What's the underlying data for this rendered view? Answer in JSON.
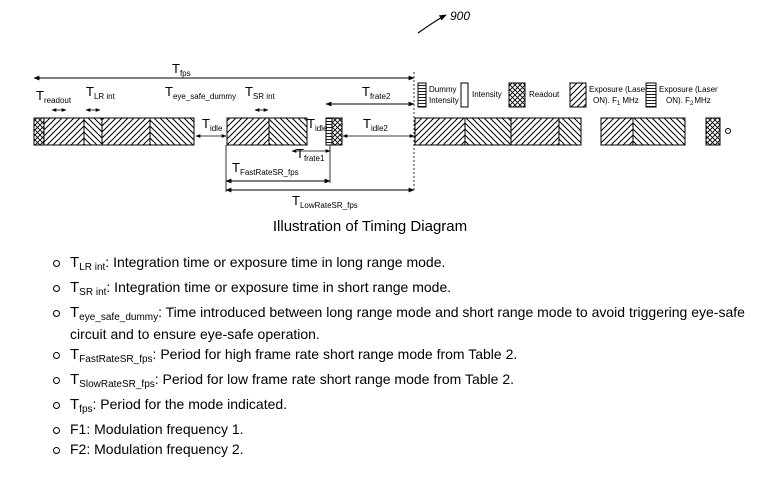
{
  "figure": {
    "ref_number": "900",
    "caption": "Illustration of Timing Diagram",
    "labels": {
      "fps": {
        "main": "T",
        "sub": "fps"
      },
      "readout": {
        "main": "T",
        "sub": "readout"
      },
      "lr_int": {
        "main": "T",
        "sub": "LR int"
      },
      "eye_safe_dummy": {
        "main": "T",
        "sub": "eye_safe_dummy"
      },
      "sr_int": {
        "main": "T",
        "sub": "SR int"
      },
      "idle_a": {
        "main": "T",
        "sub": "idle"
      },
      "idle_b": {
        "main": "T",
        "sub": "idle"
      },
      "idle2": {
        "main": "T",
        "sub": "idle2"
      },
      "frate2": {
        "main": "T",
        "sub": "frate2"
      },
      "frate1": {
        "main": "T",
        "sub": "frate1"
      },
      "fastrate": {
        "main": "T",
        "sub": "FastRateSR_fps"
      },
      "lowrate": {
        "main": "T",
        "sub": "LowRateSR_fps"
      }
    },
    "legend": {
      "dummy_line1": "Dummy",
      "dummy_line2": "Intensity",
      "intensity": "Intensity",
      "readout": "Readout",
      "f1_line1": "Exposure (Laser",
      "f1_line2": "ON). F",
      "f1_sub": "1",
      "f1_unit": "MHz",
      "f2_line1": "Exposure (Laser",
      "f2_line2": "ON). F",
      "f2_sub": "2",
      "f2_unit": "MHz"
    }
  },
  "definitions": [
    {
      "main": "T",
      "sub": "LR int",
      "text": ": Integration time or exposure time in long range mode."
    },
    {
      "main": "T",
      "sub": "SR int",
      "text": ": Integration time or exposure time in short range mode."
    },
    {
      "main": "T",
      "sub": "eye_safe_dummy",
      "text": ": Time introduced between long range mode and short range mode to avoid triggering eye-safe circuit and to ensure eye-safe operation."
    },
    {
      "main": "T",
      "sub": "FastRateSR_fps",
      "text": ": Period for high frame rate short range mode from Table 2."
    },
    {
      "main": "T",
      "sub": "SlowRateSR_fps",
      "text": ": Period for low frame rate short range mode from Table 2."
    },
    {
      "main": "T",
      "sub": "fps",
      "text": ": Period for the mode indicated."
    },
    {
      "main": "",
      "sub": "",
      "text": "F1: Modulation frequency 1."
    },
    {
      "main": "",
      "sub": "",
      "text": "F2: Modulation frequency 2."
    }
  ]
}
